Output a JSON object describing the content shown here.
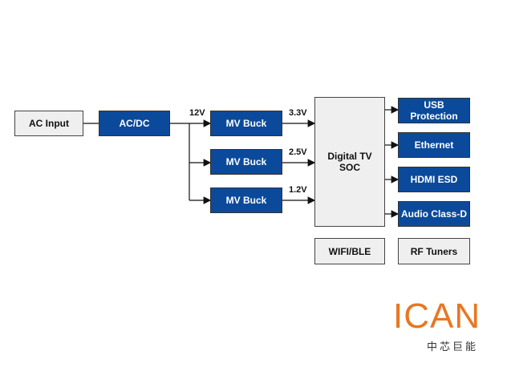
{
  "blocks": {
    "ac_input": "AC Input",
    "acdc": "AC/DC",
    "mv_buck_1": "MV Buck",
    "mv_buck_2": "MV Buck",
    "mv_buck_3": "MV Buck",
    "soc": "Digital TV\nSOC",
    "usb": "USB\nProtection",
    "ethernet": "Ethernet",
    "hdmi": "HDMI ESD",
    "audio": "Audio Class-D",
    "wifi": "WIFI/BLE",
    "rf": "RF Tuners"
  },
  "rails": {
    "input_12v": "12V",
    "out_3v3": "3.3V",
    "out_2v5": "2.5V",
    "out_1v2": "1.2V"
  },
  "logo": {
    "word": "ICAN",
    "subtitle": "中芯巨能"
  },
  "colors": {
    "block_blue": "#0b4a9b",
    "block_gray": "#efefef",
    "logo_orange": "#e87722"
  }
}
